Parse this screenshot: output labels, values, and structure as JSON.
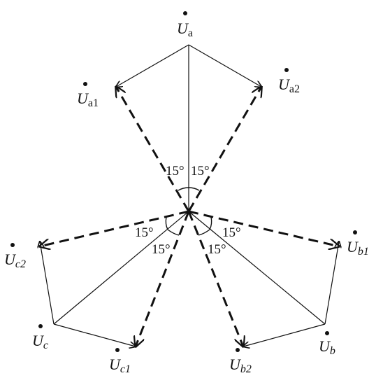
{
  "phasors": [
    {
      "id": "ua",
      "sym": "U",
      "italic_sub": false,
      "sub": "a"
    },
    {
      "id": "ua1",
      "sym": "U",
      "italic_sub": false,
      "sub": "a1"
    },
    {
      "id": "ua2",
      "sym": "U",
      "italic_sub": false,
      "sub": "a2"
    },
    {
      "id": "ub",
      "sym": "U",
      "italic_sub": true,
      "sub": "b"
    },
    {
      "id": "ub1",
      "sym": "U",
      "italic_sub": true,
      "sub": "b1"
    },
    {
      "id": "ub2",
      "sym": "U",
      "italic_sub": true,
      "sub": "b2"
    },
    {
      "id": "uc",
      "sym": "U",
      "italic_sub": true,
      "sub": "c"
    },
    {
      "id": "uc1",
      "sym": "U",
      "italic_sub": true,
      "sub": "c1"
    },
    {
      "id": "uc2",
      "sym": "U",
      "italic_sub": true,
      "sub": "c2"
    }
  ],
  "angle_labels": [
    "15°",
    "15°",
    "15°",
    "15°",
    "15°",
    "15°"
  ]
}
